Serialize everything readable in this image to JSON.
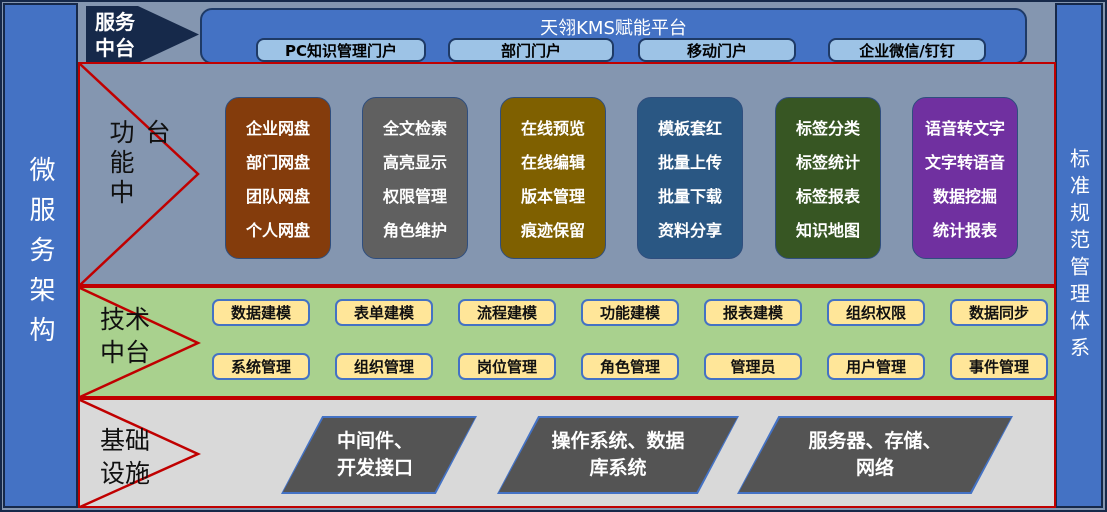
{
  "colors": {
    "canvas_bg": "#8496B0",
    "side_bar": "#4472C4",
    "banner": "#4472C4",
    "portal_button": "#9DC3E6",
    "service_label_bg": "#16294A",
    "outline_red": "#C00000",
    "tech_band": "#A9D18E",
    "tech_button": "#FFE699",
    "infra_band": "#D9D9D9",
    "infra_block": "#545454",
    "function_groups": [
      "#843C0C",
      "#606060",
      "#7F6000",
      "#2A5783",
      "#375623",
      "#7030A0"
    ]
  },
  "left_bar": {
    "label": "微服务架构"
  },
  "right_bar": {
    "label": "标准规范管理体系"
  },
  "service_layer": {
    "label_lines": [
      "服务",
      "中台"
    ],
    "banner_title": "天翎KMS赋能平台",
    "portals": [
      "PC知识管理门户",
      "部门门户",
      "移动门户",
      "企业微信/钉钉"
    ]
  },
  "function_layer": {
    "label": "功能中台",
    "groups": [
      {
        "color": "#843C0C",
        "items": [
          "企业网盘",
          "部门网盘",
          "团队网盘",
          "个人网盘"
        ]
      },
      {
        "color": "#606060",
        "items": [
          "全文检索",
          "高亮显示",
          "权限管理",
          "角色维护"
        ]
      },
      {
        "color": "#7F6000",
        "items": [
          "在线预览",
          "在线编辑",
          "版本管理",
          "痕迹保留"
        ]
      },
      {
        "color": "#2A5783",
        "items": [
          "模板套红",
          "批量上传",
          "批量下载",
          "资料分享"
        ]
      },
      {
        "color": "#375623",
        "items": [
          "标签分类",
          "标签统计",
          "标签报表",
          "知识地图"
        ]
      },
      {
        "color": "#7030A0",
        "items": [
          "语音转文字",
          "文字转语音",
          "数据挖掘",
          "统计报表"
        ]
      }
    ]
  },
  "tech_layer": {
    "label_lines": [
      "技术",
      "中台"
    ],
    "rows": [
      [
        "数据建模",
        "表单建模",
        "流程建模",
        "功能建模",
        "报表建模",
        "组织权限",
        "数据同步"
      ],
      [
        "系统管理",
        "组织管理",
        "岗位管理",
        "角色管理",
        "管理员",
        "用户管理",
        "事件管理"
      ]
    ]
  },
  "infra_layer": {
    "label_lines": [
      "基础",
      "设施"
    ],
    "blocks": [
      [
        "中间件、",
        "开发接口"
      ],
      [
        "操作系统、数据",
        "库系统"
      ],
      [
        "服务器、存储、",
        "网络"
      ]
    ]
  }
}
